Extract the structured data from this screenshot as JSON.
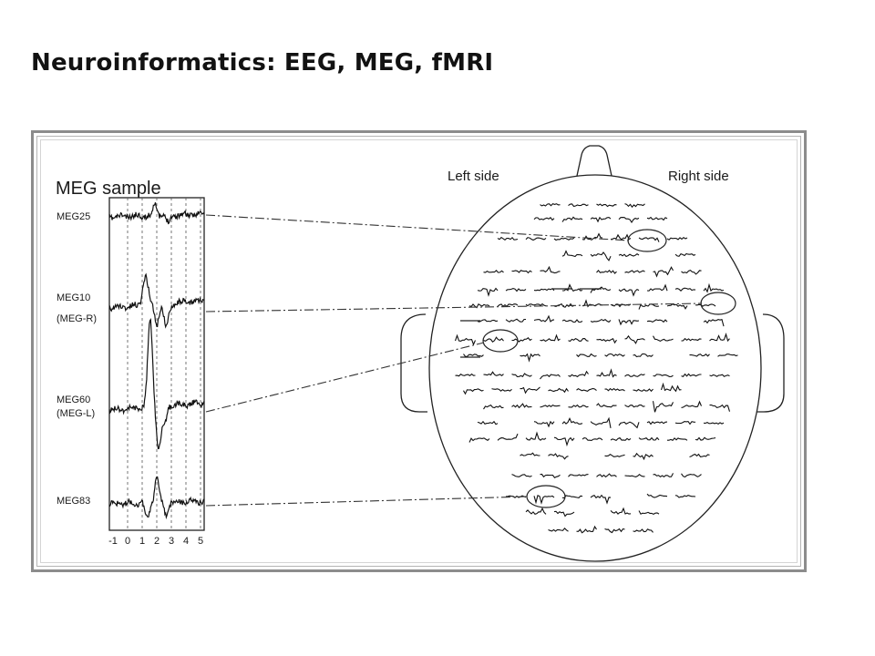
{
  "slide": {
    "title": "Neuroinformatics: EEG, MEG, fMRI"
  },
  "figure": {
    "sample_title": "MEG sample",
    "channels": [
      {
        "label": "MEG25",
        "sublabel": ""
      },
      {
        "label": "MEG10",
        "sublabel": "(MEG-R)"
      },
      {
        "label": "MEG60",
        "sublabel": "(MEG-L)"
      },
      {
        "label": "MEG83",
        "sublabel": ""
      }
    ],
    "time_ticks": [
      "-1",
      "0",
      "1",
      "2",
      "3",
      "4",
      "5"
    ],
    "head_labels": {
      "left": "Left side",
      "right": "Right side"
    }
  }
}
